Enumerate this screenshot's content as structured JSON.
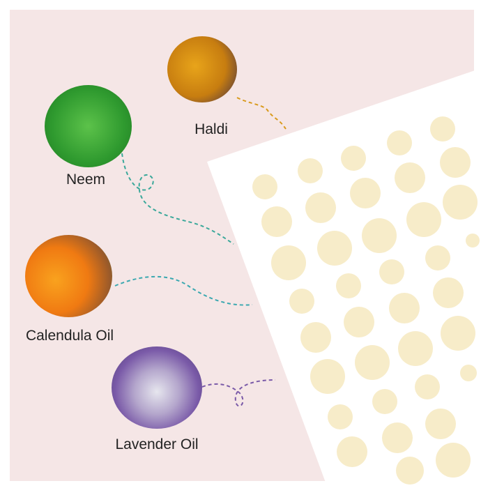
{
  "ingredients": [
    {
      "name": "Haldi",
      "color": "#d99a1c"
    },
    {
      "name": "Neem",
      "color": "#3aa53a"
    },
    {
      "name": "Calendula Oil",
      "color": "#f07a12"
    },
    {
      "name": "Lavender Oil",
      "color": "#7a5aa8"
    }
  ],
  "colors": {
    "background": "#f5e6e6",
    "sheet": "#ffffff",
    "patch": "#f7ecc9"
  }
}
